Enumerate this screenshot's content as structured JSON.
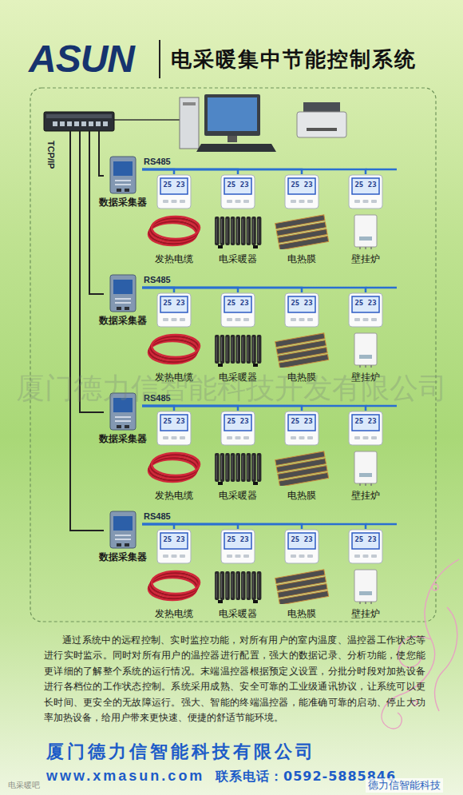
{
  "diagram": {
    "title": "电采暖集中节能控制系统",
    "nodes": [
      {
        "text": [
          "数据采集器"
        ]
      },
      {
        "text": [
          "25 23",
          "发热电缆"
        ]
      },
      {
        "text": [
          "25 23",
          "电采暖器"
        ]
      },
      {
        "text": [
          "25 23",
          "电热膜"
        ]
      },
      {
        "text": [
          "25 23",
          "壁挂炉"
        ]
      },
      {
        "text": [
          "数据采集器"
        ]
      },
      {
        "text": [
          "25 23",
          "发热电缆"
        ]
      },
      {
        "text": [
          "25 23",
          "电采暖器"
        ]
      },
      {
        "text": [
          "25 23",
          "电热膜"
        ]
      },
      {
        "text": [
          "25 23",
          "壁挂炉"
        ]
      },
      {
        "text": [
          "数据采集器"
        ]
      },
      {
        "text": [
          "25 23",
          "发热电缆"
        ]
      },
      {
        "text": [
          "25 23",
          "电采暖器"
        ]
      },
      {
        "text": [
          "25 23",
          "电热膜"
        ]
      },
      {
        "text": [
          "25 23",
          "壁挂炉"
        ]
      },
      {
        "text": [
          "数据采集器"
        ]
      },
      {
        "text": [
          "25 23",
          "发热电缆"
        ]
      },
      {
        "text": [
          "25 23",
          "电采暖器"
        ]
      },
      {
        "text": [
          "25 23",
          "电热膜"
        ]
      },
      {
        "text": [
          "25 23",
          "壁挂炉"
        ]
      }
    ],
    "edges": [
      {
        "from": 0,
        "to": 1,
        "arrow": "none",
        "label": "RS485"
      },
      {
        "from": 0,
        "to": 2,
        "arrow": "none"
      },
      {
        "from": 0,
        "to": 3,
        "arrow": "none"
      },
      {
        "from": 0,
        "to": 4,
        "arrow": "none"
      },
      {
        "from": 5,
        "to": 6,
        "arrow": "none",
        "label": "RS485"
      },
      {
        "from": 5,
        "to": 7,
        "arrow": "none"
      },
      {
        "from": 5,
        "to": 8,
        "arrow": "none"
      },
      {
        "from": 5,
        "to": 9,
        "arrow": "none"
      },
      {
        "from": 10,
        "to": 11,
        "arrow": "none",
        "label": "RS485"
      },
      {
        "from": 10,
        "to": 12,
        "arrow": "none"
      },
      {
        "from": 10,
        "to": 13,
        "arrow": "none"
      },
      {
        "from": 10,
        "to": 14,
        "arrow": "none"
      },
      {
        "from": 15,
        "to": 16,
        "arrow": "none",
        "label": "RS485"
      },
      {
        "from": 15,
        "to": 17,
        "arrow": "none"
      },
      {
        "from": 15,
        "to": 18,
        "arrow": "none"
      },
      {
        "from": 15,
        "to": 19,
        "arrow": "none"
      }
    ],
    "labels": [
      "ASUN",
      "TCP/IP",
      "厦门德力信智能科技开发有限公司",
      "通过系统中的远程控制、实时监控功能，对所有用户的室内温度、温控器工作状态等进行实时监示。同时对所有用户的温控器进行配置，强大的数据记录、分析功能，使您能更详细的了解整个系统的运行情况。末端温控器根据预定义设置，分批分时段对加热设备进行各档位的工作状态控制。系统采用成熟、安全可靠的工业级通讯协议，让系统可以更长时间、更安全的无故障运行。强大、智能的终端温控器，能准确可靠的启动、停止大功率加热设备，给用户带来更快速、便捷的舒适节能环境。",
      "厦门德力信智能科技有限公司",
      "www.xmasun.com",
      "联系电话：0592-5885846",
      "德力信智能科技",
      "电采暖吧"
    ]
  }
}
